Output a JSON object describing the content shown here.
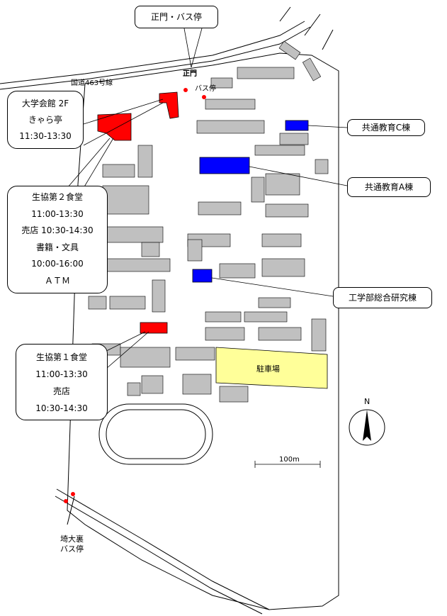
{
  "top_callout": {
    "title": "正門・バス停"
  },
  "roads": {
    "route": "国道463号線"
  },
  "gate": {
    "main_gate": "正門",
    "bus_stop": "バス停"
  },
  "kaikan": {
    "lines": [
      "大学会館 2F",
      "きゃら亭",
      "11:30-13:30"
    ]
  },
  "coop2": {
    "lines": [
      "生協第２食堂",
      "11:00-13:30",
      "売店 10:30-14:30",
      "書籍・文具",
      "10:00-16:00",
      "ＡＴＭ"
    ]
  },
  "coop1": {
    "lines": [
      "生協第１食堂",
      "11:00-13:30",
      "売店",
      "10:30-14:30"
    ]
  },
  "buildings": {
    "kyotsu_c": "共通教育C棟",
    "kyotsu_a": "共通教育A棟",
    "kogakubu": "工学部総合研究棟",
    "parking": "駐車場"
  },
  "rear_bus": {
    "line1": "埼大裏",
    "line2": "バス停"
  },
  "scale": {
    "label": "100m"
  },
  "compass": {
    "north": "N"
  },
  "colors": {
    "dining": "#ff0000",
    "lecture": "#0000ff",
    "parking": "#ffff99",
    "building": "#c0c0c0"
  }
}
